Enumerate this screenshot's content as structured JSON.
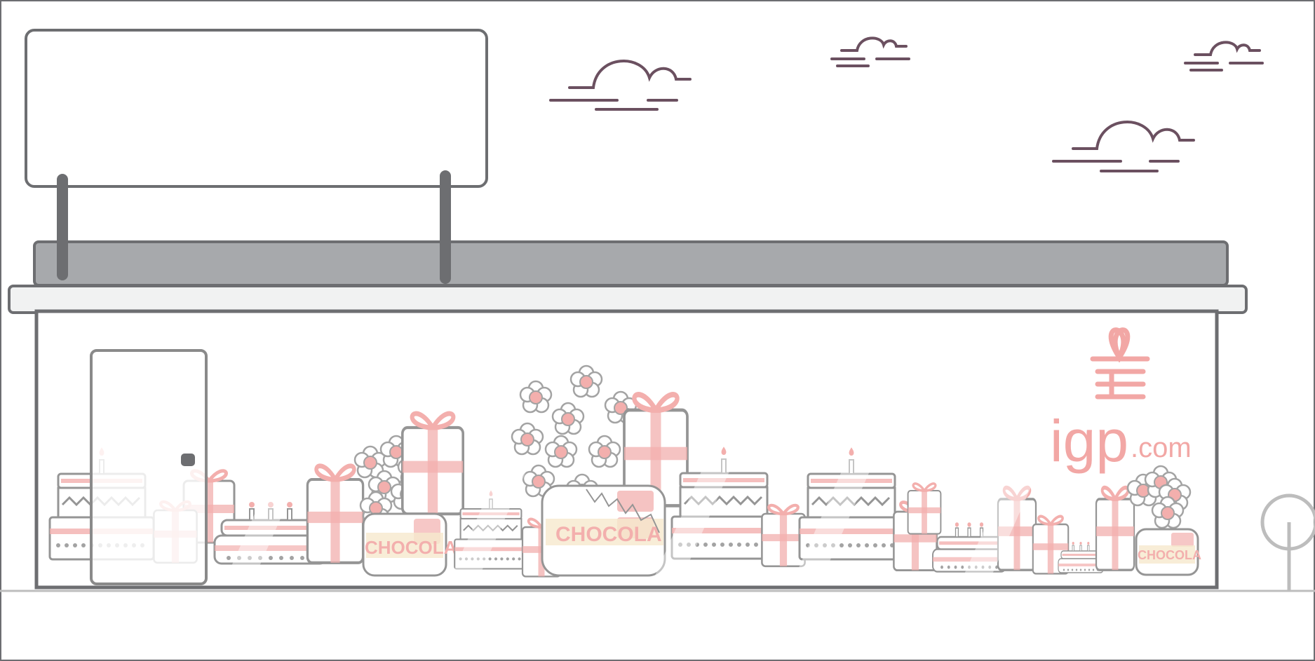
{
  "brand": {
    "logo_text": "igp",
    "logo_suffix": ".com",
    "logo_color": "#f2a7a5"
  },
  "display": {
    "chocolate_label": "CHOCOLATE",
    "chocolate_label_short": "CHOCOLA"
  },
  "colors": {
    "outline": "#6d6e71",
    "awning": "#a7a9ac",
    "ledge": "#f1f2f2",
    "cloud": "#6b5060",
    "accent": "#f2a7a5",
    "sign": "#ffffff"
  },
  "icons": [
    "cloud-icon",
    "gift-icon",
    "flower-icon",
    "cake-icon",
    "tree-icon"
  ]
}
